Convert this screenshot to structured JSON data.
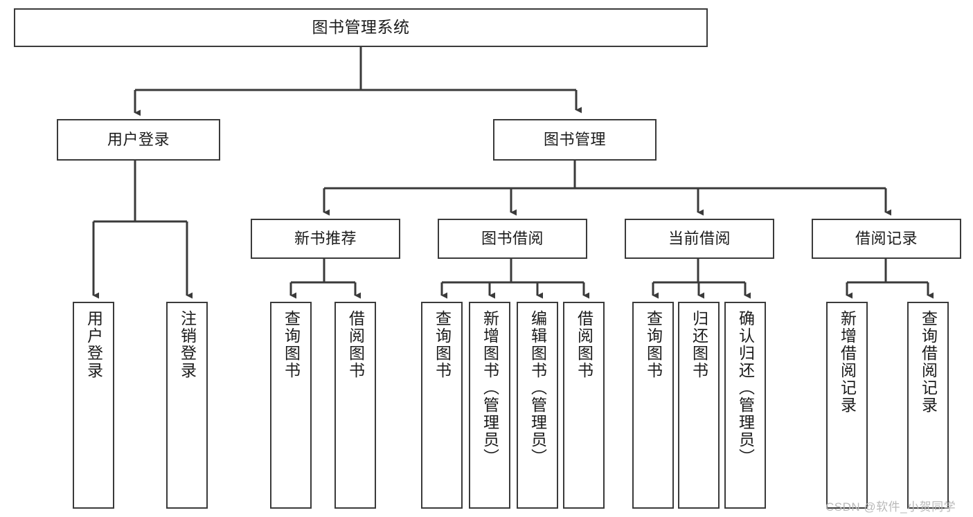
{
  "diagram": {
    "title": "图书管理系统",
    "type": "hierarchy-tree",
    "colors": {
      "line": "#3a3a3a",
      "box_border": "#3a3a3a",
      "background": "#ffffff",
      "text": "#1b1b1b",
      "watermark": "#b9b9b9"
    },
    "root": {
      "label": "图书管理系统"
    },
    "level2": [
      {
        "label": "用户登录"
      },
      {
        "label": "图书管理"
      }
    ],
    "level3": [
      {
        "label": "新书推荐"
      },
      {
        "label": "图书借阅"
      },
      {
        "label": "当前借阅"
      },
      {
        "label": "借阅记录"
      }
    ],
    "leaves": {
      "user_login": [
        {
          "label": "用户登录"
        },
        {
          "label": "注销登录"
        }
      ],
      "new_book_recommend": [
        {
          "label": "查询图书"
        },
        {
          "label": "借阅图书"
        }
      ],
      "book_borrow": [
        {
          "label": "查询图书"
        },
        {
          "label": "新增图书（管理员）"
        },
        {
          "label": "编辑图书（管理员）"
        },
        {
          "label": "借阅图书"
        }
      ],
      "current_borrow": [
        {
          "label": "查询图书"
        },
        {
          "label": "归还图书"
        },
        {
          "label": "确认归还（管理员）"
        }
      ],
      "borrow_record": [
        {
          "label": "新增借阅记录"
        },
        {
          "label": "查询借阅记录"
        }
      ]
    },
    "watermark": "CSDN @软件_小贺同学"
  }
}
